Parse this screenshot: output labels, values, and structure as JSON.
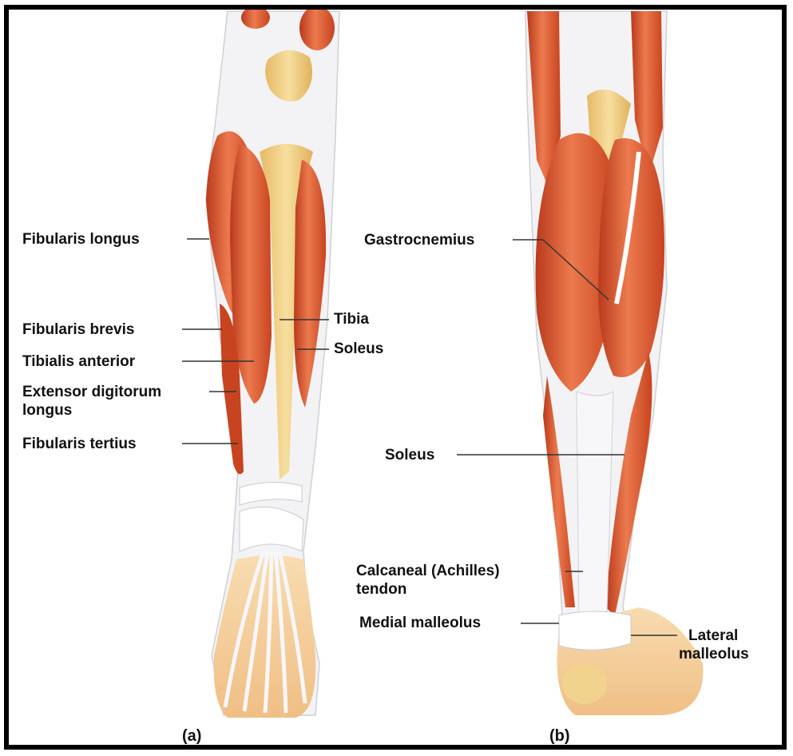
{
  "panels": {
    "a": "(a)",
    "b": "(b)"
  },
  "labels_a": {
    "fibularis_longus": "Fibularis longus",
    "fibularis_brevis": "Fibularis brevis",
    "tibialis_anterior": "Tibialis anterior",
    "extensor_digitorum_line1": "Extensor digitorum",
    "extensor_digitorum_line2": "longus",
    "fibularis_tertius": "Fibularis tertius",
    "tibia": "Tibia",
    "soleus": "Soleus"
  },
  "labels_b": {
    "gastrocnemius": "Gastrocnemius",
    "soleus": "Soleus",
    "calcaneal_line1": "Calcaneal (Achilles)",
    "calcaneal_line2": "tendon",
    "medial_malleolus": "Medial malleolus",
    "lateral_line1": "Lateral",
    "lateral_line2": "malleolus"
  },
  "colors": {
    "muscle": "#d9522c",
    "muscle_dark": "#b93a1c",
    "muscle_light": "#ec7a4e",
    "tendon": "#f2f2f4",
    "bone": "#f1d28f",
    "skin": "#f6cf9c",
    "frame": "#000000"
  }
}
